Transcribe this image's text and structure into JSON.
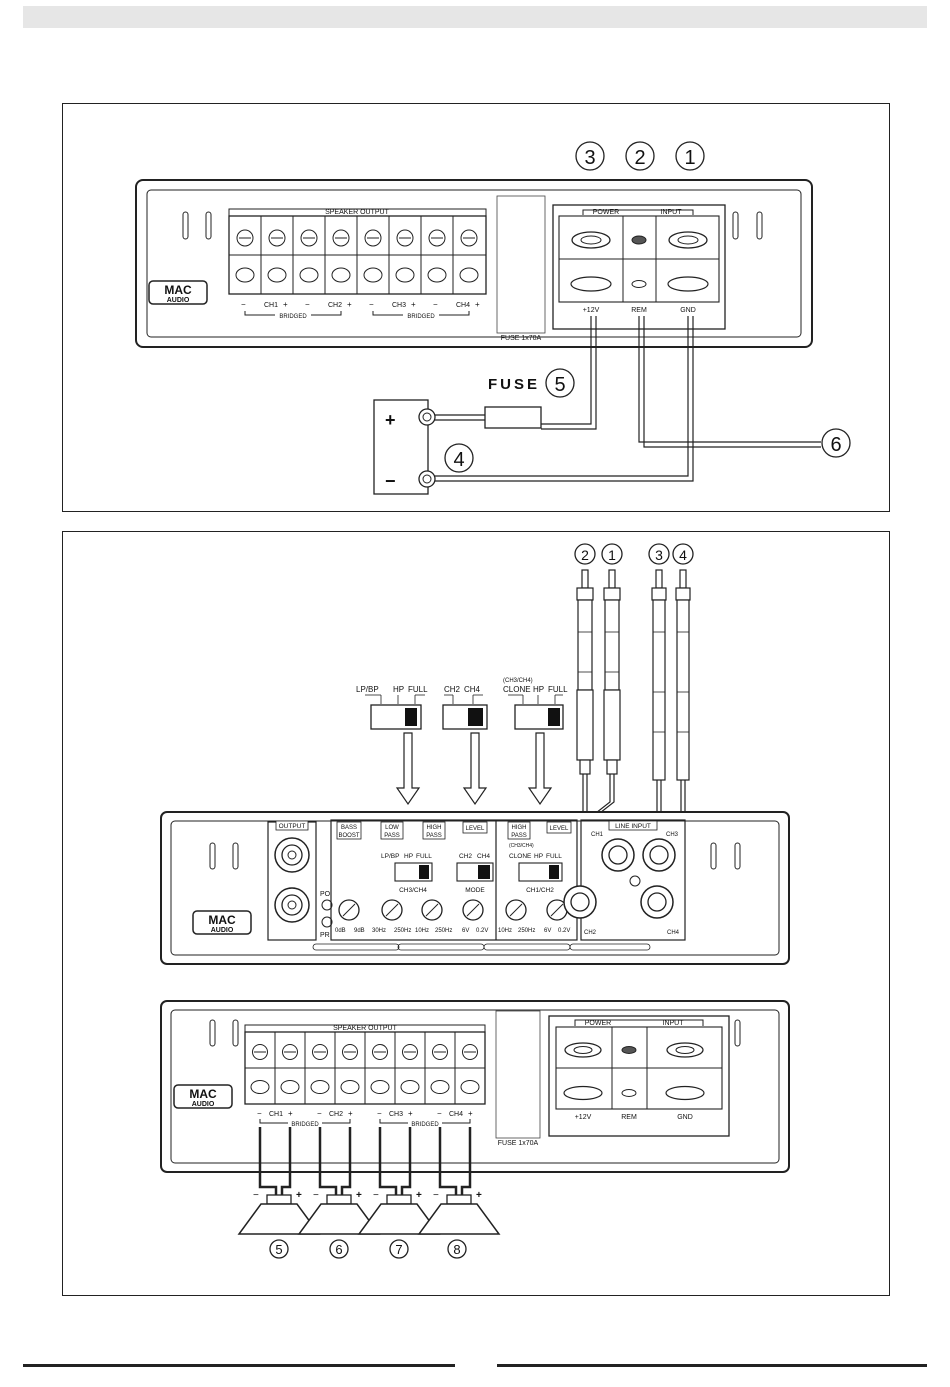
{
  "brand": {
    "line1": "MAC",
    "line2": "AUDIO"
  },
  "speaker_output": {
    "title": "SPEAKER OUTPUT",
    "channels": [
      "CH1",
      "CH2",
      "CH3",
      "CH4"
    ],
    "minus": "−",
    "plus": "+",
    "bridged": "BRIDGED"
  },
  "fuse": {
    "label": "FUSE 1x70A",
    "external_label": "FUSE"
  },
  "power_input": {
    "power_label": "POWER",
    "input_label": "INPUT",
    "terminals": [
      "+12V",
      "REM",
      "GND"
    ]
  },
  "battery": {
    "plus": "+",
    "minus": "−"
  },
  "callouts_top": {
    "c1": "1",
    "c2": "2",
    "c3": "3",
    "c4": "4",
    "c5": "5",
    "c6": "6"
  },
  "switches": {
    "sw1": {
      "options": [
        "LP/BP",
        "HP",
        "FULL"
      ]
    },
    "sw2": {
      "options": [
        "CH2",
        "CH4"
      ]
    },
    "sw3": {
      "caption": "(CH3/CH4)",
      "options": [
        "CLONE",
        "HP",
        "FULL"
      ]
    }
  },
  "rca_callouts": [
    "2",
    "1",
    "3",
    "4"
  ],
  "control_panel": {
    "output_label": "OUTPUT",
    "po": "PO",
    "pr": "PR",
    "bass_boost": [
      "BASS",
      "BOOST"
    ],
    "low_pass": [
      "LOW",
      "PASS"
    ],
    "high_pass": [
      "HIGH",
      "PASS"
    ],
    "level": "LEVEL",
    "mode": "MODE",
    "ch3ch4": "CH3/CH4",
    "ch1ch2": "CH1/CH2",
    "line_input": "LINE INPUT",
    "rca_labels": [
      "CH1",
      "CH3",
      "CH2",
      "CH4"
    ],
    "knob_scales": [
      [
        "0dB",
        "9dB"
      ],
      [
        "30Hz",
        "250Hz"
      ],
      [
        "10Hz",
        "250Hz"
      ],
      [
        "6V",
        "0.2V"
      ],
      [
        "10Hz",
        "250Hz"
      ],
      [
        "6V",
        "0.2V"
      ]
    ]
  },
  "speaker_callouts": [
    "5",
    "6",
    "7",
    "8"
  ]
}
